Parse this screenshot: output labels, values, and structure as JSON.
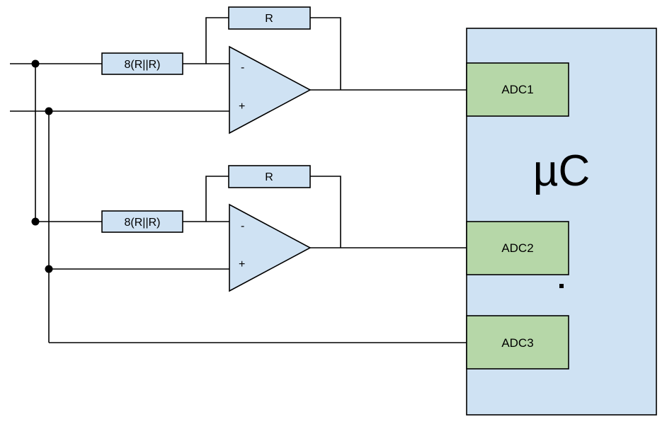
{
  "microcontroller": {
    "label": "µC"
  },
  "adcs": [
    {
      "label": "ADC1"
    },
    {
      "label": "ADC2"
    },
    {
      "label": "ADC3"
    }
  ],
  "amp1": {
    "input_resistor": "8(R||R)",
    "feedback_resistor": "R",
    "minus_label": "-",
    "plus_label": "+"
  },
  "amp2": {
    "input_resistor": "8(R||R)",
    "feedback_resistor": "R",
    "minus_label": "-",
    "plus_label": "+"
  },
  "colors": {
    "component_fill": "#cfe2f3",
    "adc_fill": "#b6d7a8",
    "wire": "#000000"
  }
}
